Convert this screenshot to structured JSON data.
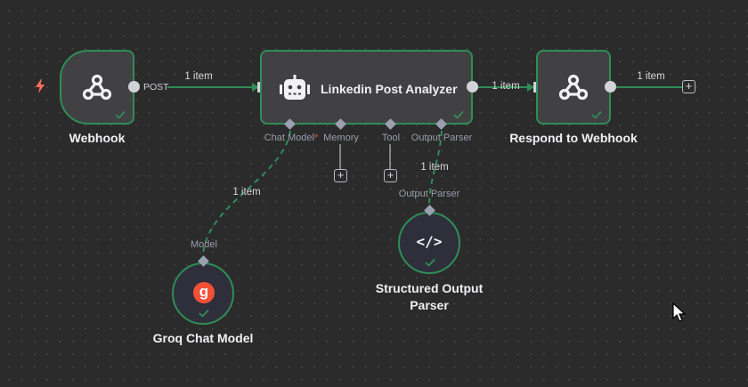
{
  "canvas": {
    "background": "#2b2b2c",
    "accent_success": "#2f8d56",
    "trigger_color": "#ff6d5a"
  },
  "nodes": {
    "webhook": {
      "label": "Webhook",
      "icon": "webhook-icon",
      "output_label": "POST",
      "status": "success"
    },
    "agent": {
      "label": "Linkedin Post Analyzer",
      "icon": "robot-icon",
      "status": "success",
      "sub_inputs": [
        {
          "label": "Chat Model",
          "required": true,
          "required_mark": "*"
        },
        {
          "label": "Memory",
          "required": false
        },
        {
          "label": "Tool",
          "required": false
        },
        {
          "label": "Output Parser",
          "required": false
        }
      ]
    },
    "respond": {
      "label": "Respond to Webhook",
      "icon": "webhook-icon",
      "status": "success"
    },
    "groq": {
      "label": "Groq Chat Model",
      "icon": "groq-icon",
      "icon_glyph": "g",
      "icon_color": "#f55036",
      "output_label": "Model",
      "status": "success"
    },
    "parser": {
      "label_line1": "Structured Output",
      "label_line2": "Parser",
      "icon": "code-icon",
      "icon_glyph": "</>",
      "output_label": "Output Parser",
      "status": "success"
    }
  },
  "edges": [
    {
      "from": "webhook",
      "to": "agent",
      "label": "1 item"
    },
    {
      "from": "agent",
      "to": "respond",
      "label": "1 item"
    },
    {
      "from": "respond",
      "to": "add",
      "label": "1 item"
    },
    {
      "from": "groq",
      "to": "agent.chat_model",
      "label": "1 item"
    },
    {
      "from": "parser",
      "to": "agent.output_parser",
      "label": "1 item"
    }
  ],
  "buttons": {
    "plus": "+"
  }
}
